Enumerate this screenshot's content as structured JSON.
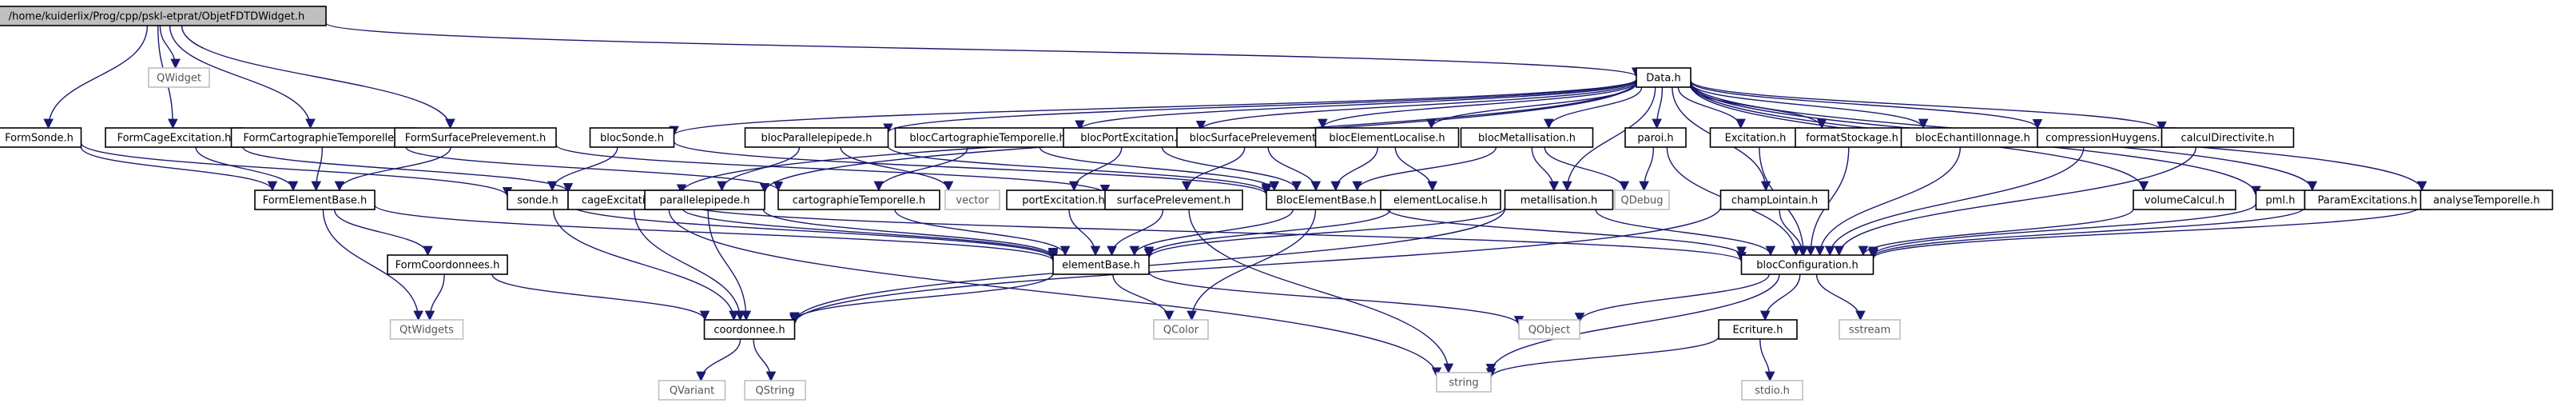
{
  "diagram": {
    "type": "include-dependency-graph",
    "colors": {
      "root_fill": "#bfbfbf",
      "box_fill": "#ffffff",
      "box_stroke": "#000000",
      "ext_stroke": "#bfbfbf",
      "text": "#000000",
      "ext_text": "#555555",
      "edge": "#191970"
    },
    "nodes": [
      {
        "id": "root",
        "label": "/home/kuiderlix/Prog/cpp/pskl-etprat/ObjetFDTDWidget.h",
        "kind": "root"
      },
      {
        "id": "qwidget",
        "label": "QWidget",
        "kind": "ext"
      },
      {
        "id": "data",
        "label": "Data.h",
        "kind": "box"
      },
      {
        "id": "formsonde",
        "label": "FormSonde.h",
        "kind": "box"
      },
      {
        "id": "formcage",
        "label": "FormCageExcitation.h",
        "kind": "box"
      },
      {
        "id": "formcarto",
        "label": "FormCartographieTemporelle.h",
        "kind": "box"
      },
      {
        "id": "formsurface",
        "label": "FormSurfacePrelevement.h",
        "kind": "box"
      },
      {
        "id": "blocsonde",
        "label": "blocSonde.h",
        "kind": "box"
      },
      {
        "id": "blocpara",
        "label": "blocParallelepipede.h",
        "kind": "box"
      },
      {
        "id": "bloccarto",
        "label": "blocCartographieTemporelle.h",
        "kind": "box"
      },
      {
        "id": "blocport",
        "label": "blocPortExcitation.h",
        "kind": "box"
      },
      {
        "id": "blocsurf",
        "label": "blocSurfacePrelevement.h",
        "kind": "box"
      },
      {
        "id": "blocelemloc",
        "label": "blocElementLocalise.h",
        "kind": "box"
      },
      {
        "id": "blocmetal",
        "label": "blocMetallisation.h",
        "kind": "box"
      },
      {
        "id": "paroi",
        "label": "paroi.h",
        "kind": "box"
      },
      {
        "id": "excitation",
        "label": "Excitation.h",
        "kind": "box"
      },
      {
        "id": "formatstock",
        "label": "formatStockage.h",
        "kind": "box"
      },
      {
        "id": "blocechant",
        "label": "blocEchantillonnage.h",
        "kind": "box"
      },
      {
        "id": "compression",
        "label": "compressionHuygens.h",
        "kind": "box"
      },
      {
        "id": "calcul",
        "label": "calculDirectivite.h",
        "kind": "box"
      },
      {
        "id": "formelem",
        "label": "FormElementBase.h",
        "kind": "box"
      },
      {
        "id": "sonde",
        "label": "sonde.h",
        "kind": "box"
      },
      {
        "id": "cage",
        "label": "cageExcitation.h",
        "kind": "box"
      },
      {
        "id": "parallelepipede",
        "label": "parallelepipede.h",
        "kind": "box"
      },
      {
        "id": "vector",
        "label": "vector",
        "kind": "ext"
      },
      {
        "id": "cartotemp",
        "label": "cartographieTemporelle.h",
        "kind": "box"
      },
      {
        "id": "portexc",
        "label": "portExcitation.h",
        "kind": "box"
      },
      {
        "id": "surfprel",
        "label": "surfacePrelevement.h",
        "kind": "box"
      },
      {
        "id": "blocelembase",
        "label": "BlocElementBase.h",
        "kind": "box"
      },
      {
        "id": "elemloc",
        "label": "elementLocalise.h",
        "kind": "box"
      },
      {
        "id": "metal",
        "label": "metallisation.h",
        "kind": "box"
      },
      {
        "id": "qdebug",
        "label": "QDebug",
        "kind": "ext"
      },
      {
        "id": "champ",
        "label": "champLointain.h",
        "kind": "box"
      },
      {
        "id": "volume",
        "label": "volumeCalcul.h",
        "kind": "box"
      },
      {
        "id": "pml",
        "label": "pml.h",
        "kind": "box"
      },
      {
        "id": "paramexc",
        "label": "ParamExcitations.h",
        "kind": "box"
      },
      {
        "id": "analyse",
        "label": "analyseTemporelle.h",
        "kind": "box"
      },
      {
        "id": "formcoord",
        "label": "FormCoordonnees.h",
        "kind": "box"
      },
      {
        "id": "elembase",
        "label": "elementBase.h",
        "kind": "box"
      },
      {
        "id": "blocconf",
        "label": "blocConfiguration.h",
        "kind": "box"
      },
      {
        "id": "qtwidgets",
        "label": "QtWidgets",
        "kind": "ext"
      },
      {
        "id": "coordonnee",
        "label": "coordonnee.h",
        "kind": "box"
      },
      {
        "id": "qcolor",
        "label": "QColor",
        "kind": "ext"
      },
      {
        "id": "qobject",
        "label": "QObject",
        "kind": "ext"
      },
      {
        "id": "ecriture",
        "label": "Ecriture.h",
        "kind": "box"
      },
      {
        "id": "sstream",
        "label": "sstream",
        "kind": "ext"
      },
      {
        "id": "qvariant",
        "label": "QVariant",
        "kind": "ext"
      },
      {
        "id": "qstring",
        "label": "QString",
        "kind": "ext"
      },
      {
        "id": "string",
        "label": "string",
        "kind": "ext"
      },
      {
        "id": "stdio",
        "label": "stdio.h",
        "kind": "ext"
      }
    ],
    "edges": [
      [
        "root",
        "qwidget"
      ],
      [
        "root",
        "data"
      ],
      [
        "root",
        "formsonde"
      ],
      [
        "root",
        "formcage"
      ],
      [
        "root",
        "formcarto"
      ],
      [
        "root",
        "formsurface"
      ],
      [
        "formsonde",
        "formelem"
      ],
      [
        "formsonde",
        "sonde"
      ],
      [
        "formcage",
        "formelem"
      ],
      [
        "formcage",
        "cage"
      ],
      [
        "formcarto",
        "formelem"
      ],
      [
        "formcarto",
        "cartotemp"
      ],
      [
        "formsurface",
        "formelem"
      ],
      [
        "formsurface",
        "surfprel"
      ],
      [
        "data",
        "blocsonde"
      ],
      [
        "data",
        "blocpara"
      ],
      [
        "data",
        "bloccarto"
      ],
      [
        "data",
        "blocport"
      ],
      [
        "data",
        "blocsurf"
      ],
      [
        "data",
        "blocelemloc"
      ],
      [
        "data",
        "blocmetal"
      ],
      [
        "data",
        "paroi"
      ],
      [
        "data",
        "excitation"
      ],
      [
        "data",
        "formatstock"
      ],
      [
        "data",
        "blocechant"
      ],
      [
        "data",
        "compression"
      ],
      [
        "data",
        "calcul"
      ],
      [
        "data",
        "volume"
      ],
      [
        "data",
        "pml"
      ],
      [
        "data",
        "paramexc"
      ],
      [
        "data",
        "analyse"
      ],
      [
        "data",
        "champ"
      ],
      [
        "data",
        "metal"
      ],
      [
        "data",
        "cage"
      ],
      [
        "data",
        "parallelepipede"
      ],
      [
        "blocsonde",
        "sonde"
      ],
      [
        "blocsonde",
        "blocelembase"
      ],
      [
        "blocpara",
        "parallelepipede"
      ],
      [
        "blocpara",
        "vector"
      ],
      [
        "blocpara",
        "blocelembase"
      ],
      [
        "bloccarto",
        "cartotemp"
      ],
      [
        "bloccarto",
        "blocelembase"
      ],
      [
        "blocport",
        "portexc"
      ],
      [
        "blocport",
        "blocelembase"
      ],
      [
        "blocsurf",
        "surfprel"
      ],
      [
        "blocsurf",
        "blocelembase"
      ],
      [
        "blocelemloc",
        "elemloc"
      ],
      [
        "blocelemloc",
        "blocelembase"
      ],
      [
        "blocmetal",
        "metal"
      ],
      [
        "blocmetal",
        "blocelembase"
      ],
      [
        "blocmetal",
        "qdebug"
      ],
      [
        "paroi",
        "qdebug"
      ],
      [
        "paroi",
        "blocconf"
      ],
      [
        "excitation",
        "blocconf"
      ],
      [
        "formatstock",
        "blocconf"
      ],
      [
        "blocechant",
        "blocconf"
      ],
      [
        "compression",
        "blocconf"
      ],
      [
        "calcul",
        "blocconf"
      ],
      [
        "champ",
        "blocconf"
      ],
      [
        "champ",
        "coordonnee"
      ],
      [
        "volume",
        "blocconf"
      ],
      [
        "pml",
        "blocconf"
      ],
      [
        "paramexc",
        "blocconf"
      ],
      [
        "analyse",
        "blocconf"
      ],
      [
        "formelem",
        "formcoord"
      ],
      [
        "formelem",
        "qtwidgets"
      ],
      [
        "formelem",
        "elembase"
      ],
      [
        "formcoord",
        "qtwidgets"
      ],
      [
        "formcoord",
        "coordonnee"
      ],
      [
        "sonde",
        "elembase"
      ],
      [
        "sonde",
        "coordonnee"
      ],
      [
        "cage",
        "elembase"
      ],
      [
        "cage",
        "coordonnee"
      ],
      [
        "cage",
        "blocconf"
      ],
      [
        "cage",
        "string"
      ],
      [
        "parallelepipede",
        "elembase"
      ],
      [
        "parallelepipede",
        "coordonnee"
      ],
      [
        "cartotemp",
        "elembase"
      ],
      [
        "portexc",
        "elembase"
      ],
      [
        "surfprel",
        "elembase"
      ],
      [
        "surfprel",
        "string"
      ],
      [
        "blocelembase",
        "elembase"
      ],
      [
        "blocelembase",
        "qcolor"
      ],
      [
        "blocelembase",
        "blocconf"
      ],
      [
        "elemloc",
        "elembase"
      ],
      [
        "metal",
        "elembase"
      ],
      [
        "metal",
        "coordonnee"
      ],
      [
        "metal",
        "blocconf"
      ],
      [
        "elembase",
        "coordonnee"
      ],
      [
        "elembase",
        "qcolor"
      ],
      [
        "elembase",
        "qobject"
      ],
      [
        "blocconf",
        "qobject"
      ],
      [
        "blocconf",
        "sstream"
      ],
      [
        "blocconf",
        "ecriture"
      ],
      [
        "blocconf",
        "string"
      ],
      [
        "coordonnee",
        "qvariant"
      ],
      [
        "coordonnee",
        "qstring"
      ],
      [
        "ecriture",
        "string"
      ],
      [
        "ecriture",
        "stdio"
      ]
    ]
  }
}
